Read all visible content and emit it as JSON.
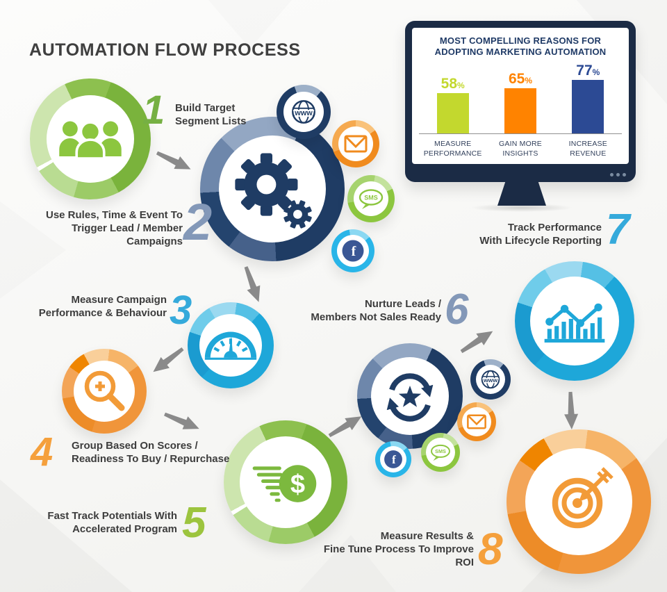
{
  "title": "AUTOMATION FLOW PROCESS",
  "chart_data": {
    "type": "bar",
    "title": "MOST COMPELLING REASONS FOR ADOPTING MARKETING AUTOMATION",
    "title_lines": [
      "MOST COMPELLING REASONS FOR",
      "ADOPTING  MARKETING AUTOMATION"
    ],
    "categories": [
      "MEASURE PERFORMANCE",
      "GAIN MORE INSIGHTS",
      "INCREASE REVENUE"
    ],
    "cat_lines": [
      [
        "MEASURE",
        "PERFORMANCE"
      ],
      [
        "GAIN MORE",
        "INSIGHTS"
      ],
      [
        "INCREASE",
        "REVENUE"
      ]
    ],
    "values": [
      58,
      65,
      77
    ],
    "unit": "%",
    "bar_colors": [
      "#c3d82e",
      "#ff8300",
      "#2c4a94"
    ],
    "ylim": [
      0,
      100
    ],
    "grid": false,
    "legend": false,
    "value_labels_position": "above"
  },
  "steps": [
    {
      "number": "1",
      "line1": "Build Target",
      "line2": "Segment Lists",
      "accent": "#7ab33c",
      "number_color": "#76b043",
      "icon": "group-icon"
    },
    {
      "number": "2",
      "line1": "Use Rules, Time & Event To",
      "line2": "Trigger Lead / Member Campaigns",
      "accent": "#1f3c64",
      "number_color": "#8398b8",
      "icon": "gears-icon"
    },
    {
      "number": "3",
      "line1": "Measure Campaign",
      "line2": "Performance & Behaviour",
      "accent": "#29a8d8",
      "number_color": "#35aadb",
      "icon": "speedometer-icon"
    },
    {
      "number": "4",
      "line1": "Group Based On Scores /",
      "line2": "Readiness To Buy / Repurchase",
      "accent": "#f0953a",
      "number_color": "#f5a03c",
      "icon": "magnifier-plus-icon"
    },
    {
      "number": "5",
      "line1": "Fast Track Potentials With",
      "line2": "Accelerated Program",
      "accent": "#7cb93e",
      "number_color": "#9cc43e",
      "icon": "fast-money-icon"
    },
    {
      "number": "6",
      "line1": "Nurture Leads /",
      "line2": "Members Not Sales Ready",
      "accent": "#1f3c64",
      "number_color": "#8398b8",
      "icon": "nurture-cycle-icon"
    },
    {
      "number": "7",
      "line1": "Track Performance",
      "line2": "With Lifecycle Reporting",
      "accent": "#29a8d8",
      "number_color": "#35aadb",
      "icon": "analytics-chart-icon"
    },
    {
      "number": "8",
      "line1": "Measure Results &",
      "line2": "Fine Tune Process To Improve ROI",
      "accent": "#f0953a",
      "number_color": "#f5a03c",
      "icon": "target-arrow-icon"
    }
  ],
  "channels": {
    "www_label": "www",
    "sms_label": "SMS",
    "facebook_label": "f",
    "dollar_label": "$"
  },
  "colors": {
    "flow_arrow": "#8a8a8a",
    "monitor_frame": "#1b2b45",
    "text_dark": "#3d3d3d"
  }
}
